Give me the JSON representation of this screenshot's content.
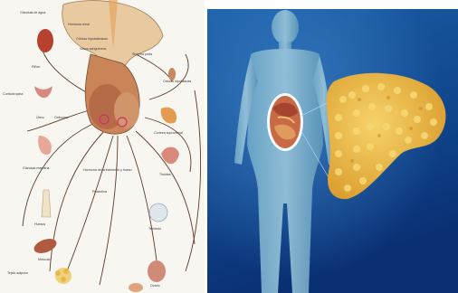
{
  "left_panel": {
    "labels": [
      "Glándula de agua",
      "Hormona renal",
      "Células hipotalámicas",
      "Vasos sanguíneos",
      "Sistema porta",
      "Riñón",
      "Células hipofisarias",
      "Corticotropina",
      "Útero",
      "Oxitocina",
      "Corteza suprarrenal",
      "Glándula mamaria",
      "Hormona del crecimiento y hueso",
      "Tiroides",
      "Huesos",
      "Testículo",
      "Ovario",
      "Músculo",
      "Tejido adiposo",
      "Prolactina"
    ]
  },
  "right_panel": {
    "labels": []
  },
  "colors": {
    "top_tab": "#e0102a",
    "right_bg_top": "#1a5fa8",
    "right_bg_bottom": "#0a2f72",
    "pancreas": "#e8b23c",
    "diagram_bg": "#f8f6f0"
  }
}
